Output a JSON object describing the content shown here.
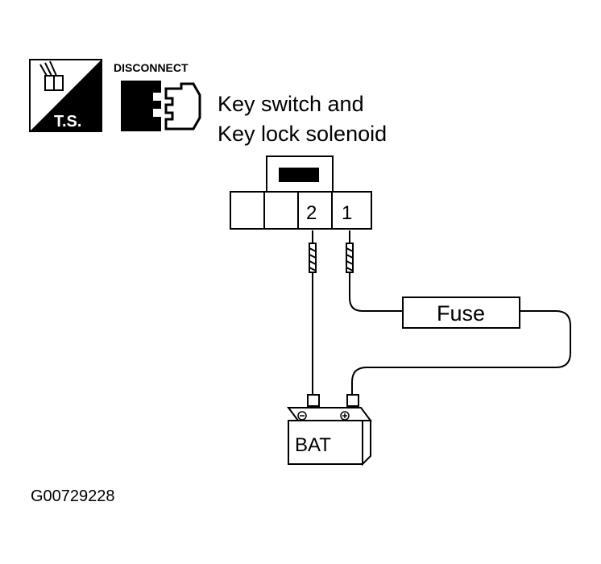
{
  "icons": {
    "ts_label": "T.S.",
    "disconnect_label": "DISCONNECT"
  },
  "component": {
    "line1": "Key switch and",
    "line2": "Key lock solenoid"
  },
  "connector": {
    "pin_2": "2",
    "pin_1": "1"
  },
  "fuse_label": "Fuse",
  "battery_label": "BAT",
  "figure_code": "G00729228"
}
